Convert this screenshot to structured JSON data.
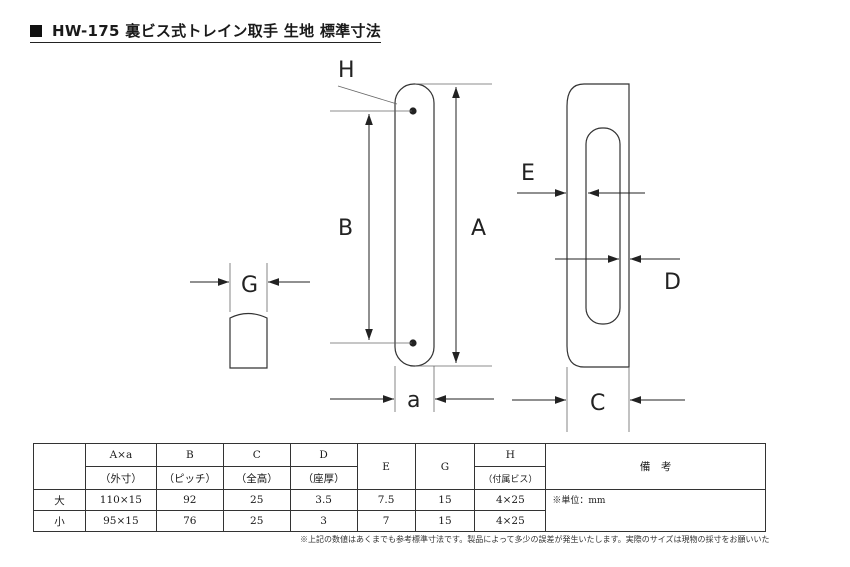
{
  "title": "HW-175 裏ビス式トレイン取手 生地 標準寸法",
  "labels": {
    "H": "H",
    "B": "B",
    "A": "A",
    "a": "a",
    "G": "G",
    "E": "E",
    "D": "D",
    "C": "C"
  },
  "colors": {
    "line": "#333333",
    "text": "#1a1a1a",
    "background": "#ffffff"
  },
  "table": {
    "headers": [
      {
        "main": "",
        "sub": ""
      },
      {
        "main": "A×a",
        "sub": "（外寸）"
      },
      {
        "main": "B",
        "sub": "（ピッチ）"
      },
      {
        "main": "C",
        "sub": "（全高）"
      },
      {
        "main": "D",
        "sub": "（座厚）"
      },
      {
        "main": "E",
        "sub": ""
      },
      {
        "main": "G",
        "sub": ""
      },
      {
        "main": "H",
        "sub": "（付属ビス）"
      },
      {
        "main": "備　考",
        "sub": ""
      }
    ],
    "rows": [
      {
        "size": "大",
        "cells": [
          "110×15",
          "92",
          "25",
          "3.5",
          "7.5",
          "15",
          "4×25"
        ]
      },
      {
        "size": "小",
        "cells": [
          "95×15",
          "76",
          "25",
          "3",
          "7",
          "15",
          "4×25"
        ]
      }
    ],
    "remarks": "※単位：mm"
  },
  "footnote": "※上記の数値はあくまでも参考標準寸法です。製品によって多少の誤差が発生いたします。実際のサイズは現物の採寸をお願いいた"
}
